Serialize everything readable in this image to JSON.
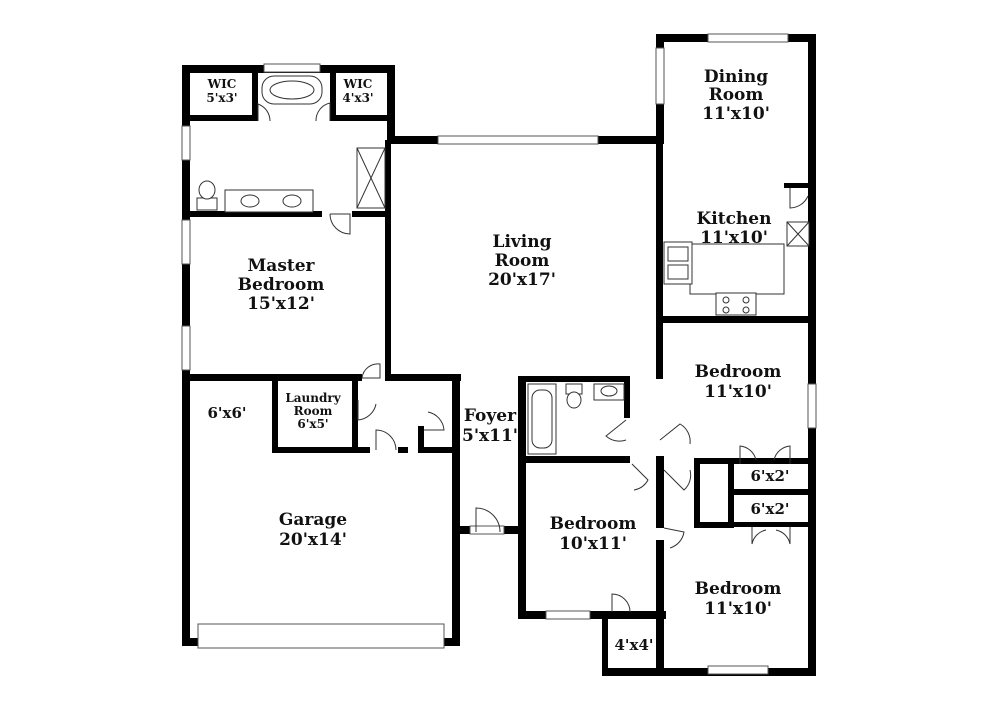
{
  "rooms": {
    "dining": {
      "name_line1": "Dining",
      "name_line2": "Room",
      "size": "11'x10'"
    },
    "kitchen": {
      "name": "Kitchen",
      "size": "11'x10'"
    },
    "living": {
      "name_line1": "Living",
      "name_line2": "Room",
      "size": "20'x17'"
    },
    "master": {
      "name_line1": "Master",
      "name_line2": "Bedroom",
      "size": "15'x12'"
    },
    "wic_left": {
      "name": "WIC",
      "size": "5'x3'"
    },
    "wic_right": {
      "name": "WIC",
      "size": "4'x3'"
    },
    "laundry": {
      "name_line1": "Laundry",
      "name_line2": "Room",
      "size": "6'x5'"
    },
    "storage": {
      "size": "6'x6'"
    },
    "foyer": {
      "name": "Foyer",
      "size": "5'x11'"
    },
    "garage": {
      "name": "Garage",
      "size": "20'x14'"
    },
    "bedroom_ne": {
      "name": "Bedroom",
      "size": "11'x10'"
    },
    "bedroom_mid": {
      "name": "Bedroom",
      "size": "10'x11'"
    },
    "bedroom_se": {
      "name": "Bedroom",
      "size": "11'x10'"
    },
    "closet_a": {
      "size": "6'x2'"
    },
    "closet_b": {
      "size": "6'x2'"
    },
    "closet_c": {
      "size": "4'x4'"
    }
  }
}
